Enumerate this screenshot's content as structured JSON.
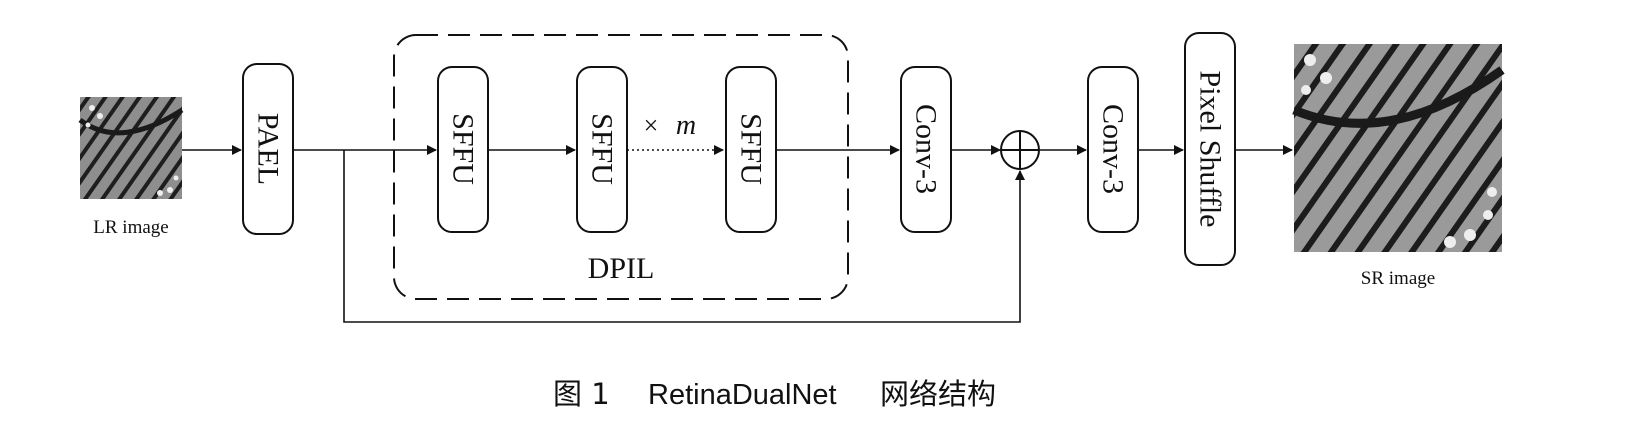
{
  "input": {
    "label": "LR image"
  },
  "output": {
    "label": "SR image"
  },
  "blocks": {
    "pael": "PAEL",
    "sffu_1": "SFFU",
    "sffu_2": "SFFU",
    "sffu_3": "SFFU",
    "conv_1": "Conv-3",
    "conv_2": "Conv-3",
    "pixel_shuffle": "Pixel Shuffle"
  },
  "group": {
    "label": "DPIL"
  },
  "repeat": {
    "times_symbol": "×",
    "variable": "m"
  },
  "caption": {
    "figure_number": "图 1",
    "model_name": "RetinaDualNet",
    "chinese_title": "网络结构"
  }
}
